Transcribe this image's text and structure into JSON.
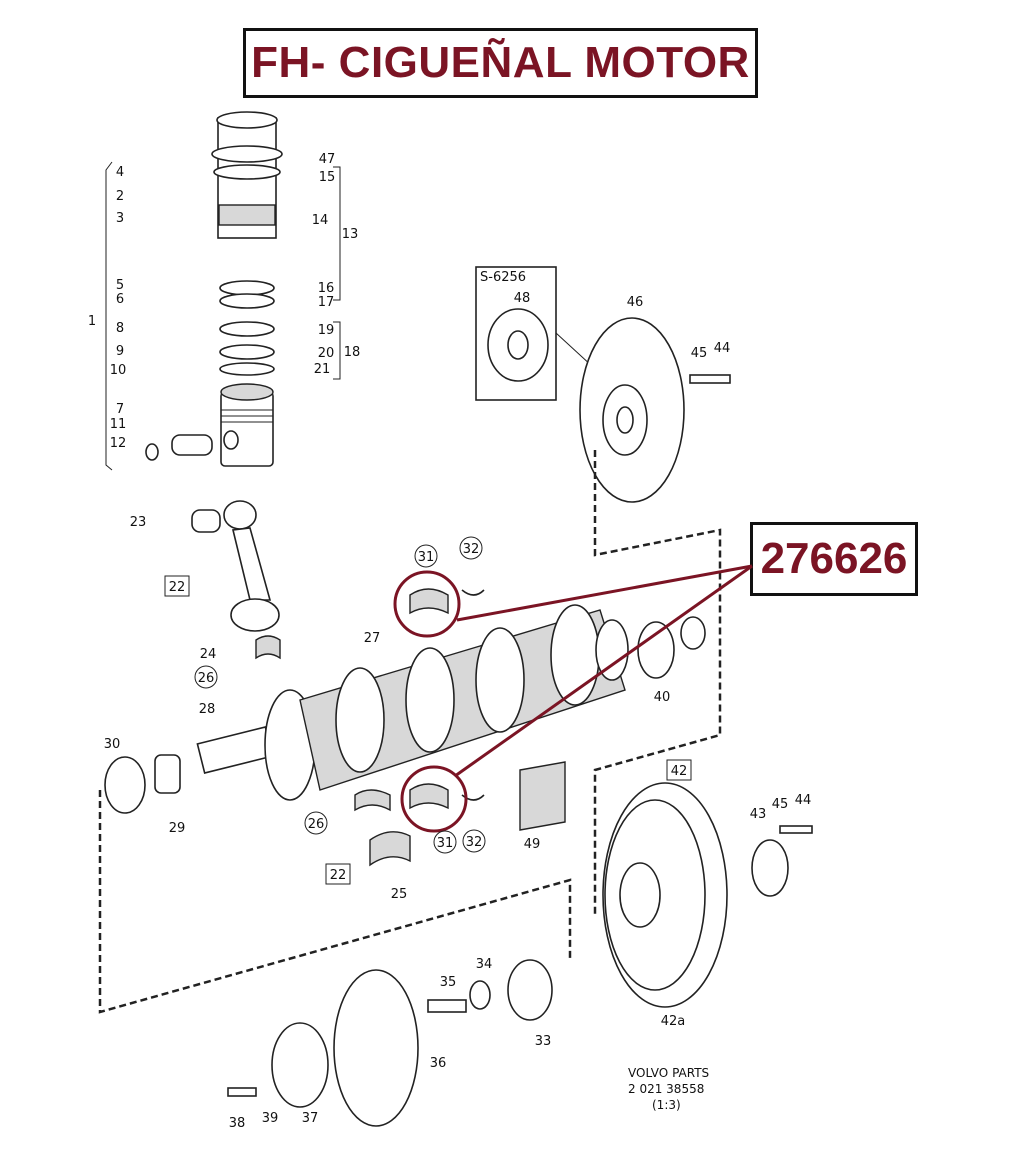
{
  "title": "FH- CIGUEÑAL MOTOR",
  "callout": {
    "part_number": "276626",
    "color": "#7b1424"
  },
  "inset_label": "S-6256",
  "labels": [
    "4",
    "2",
    "3",
    "47",
    "15",
    "14",
    "13",
    "5",
    "6",
    "16",
    "17",
    "1",
    "8",
    "9",
    "10",
    "19",
    "20",
    "21",
    "18",
    "7",
    "11",
    "12",
    "23",
    "22",
    "24",
    "26",
    "28",
    "27",
    "30",
    "29",
    "26",
    "22",
    "25",
    "31",
    "32",
    "31",
    "32",
    "49",
    "40",
    "42",
    "43",
    "45",
    "44",
    "42a",
    "35",
    "34",
    "33",
    "36",
    "37",
    "38",
    "39",
    "48",
    "46",
    "45",
    "44"
  ],
  "footer": {
    "line1": "VOLVO  PARTS",
    "line2": "2   021 38558",
    "line3": "(1:3)"
  }
}
